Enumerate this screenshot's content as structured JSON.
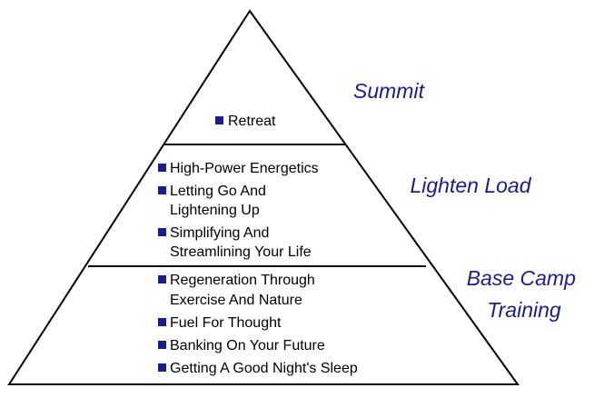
{
  "colors": {
    "outline": "#000000",
    "bullet": "#1c1c8c",
    "label": "#1c1c8c",
    "background": "#ffffff"
  },
  "tiers": [
    {
      "label_lines": [
        "Summit"
      ],
      "items": [
        {
          "lines": [
            "Retreat"
          ]
        }
      ]
    },
    {
      "label_lines": [
        "Lighten Load"
      ],
      "items": [
        {
          "lines": [
            "High-Power Energetics"
          ]
        },
        {
          "lines": [
            "Letting Go And",
            "Lightening Up"
          ]
        },
        {
          "lines": [
            "Simplifying And",
            "Streamlining Your Life"
          ]
        }
      ]
    },
    {
      "label_lines": [
        "Base Camp",
        "Training"
      ],
      "items": [
        {
          "lines": [
            "Regeneration Through",
            "Exercise And Nature"
          ]
        },
        {
          "lines": [
            "Fuel For Thought"
          ]
        },
        {
          "lines": [
            "Banking On Your Future"
          ]
        },
        {
          "lines": [
            "Getting A Good Night's Sleep"
          ]
        }
      ]
    }
  ]
}
